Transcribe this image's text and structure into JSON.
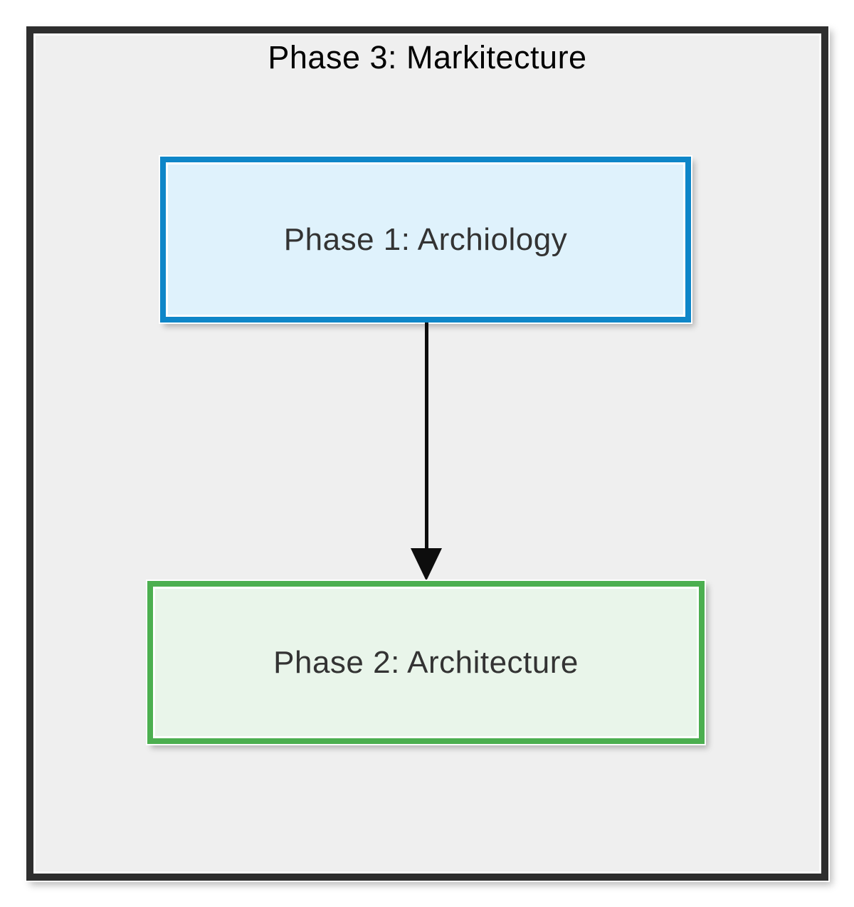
{
  "diagram": {
    "title": "Phase 3: Markitecture",
    "nodes": [
      {
        "id": "phase1",
        "label": "Phase 1: Archiology",
        "fill_color": "#dff2fc",
        "border_color": "#0e86c8"
      },
      {
        "id": "phase2",
        "label": "Phase 2: Architecture",
        "fill_color": "#e9f5ea",
        "border_color": "#4caf50"
      }
    ],
    "edges": [
      {
        "from": "phase1",
        "to": "phase2",
        "direction": "down",
        "arrowhead": "filled-triangle",
        "color": "#0d0d0d"
      }
    ],
    "colors": {
      "page_background": "#ffffff",
      "canvas_background": "#efefef",
      "frame_border": "#2e2e2e",
      "title_text": "#000000",
      "node_label_text": "#333333"
    }
  }
}
